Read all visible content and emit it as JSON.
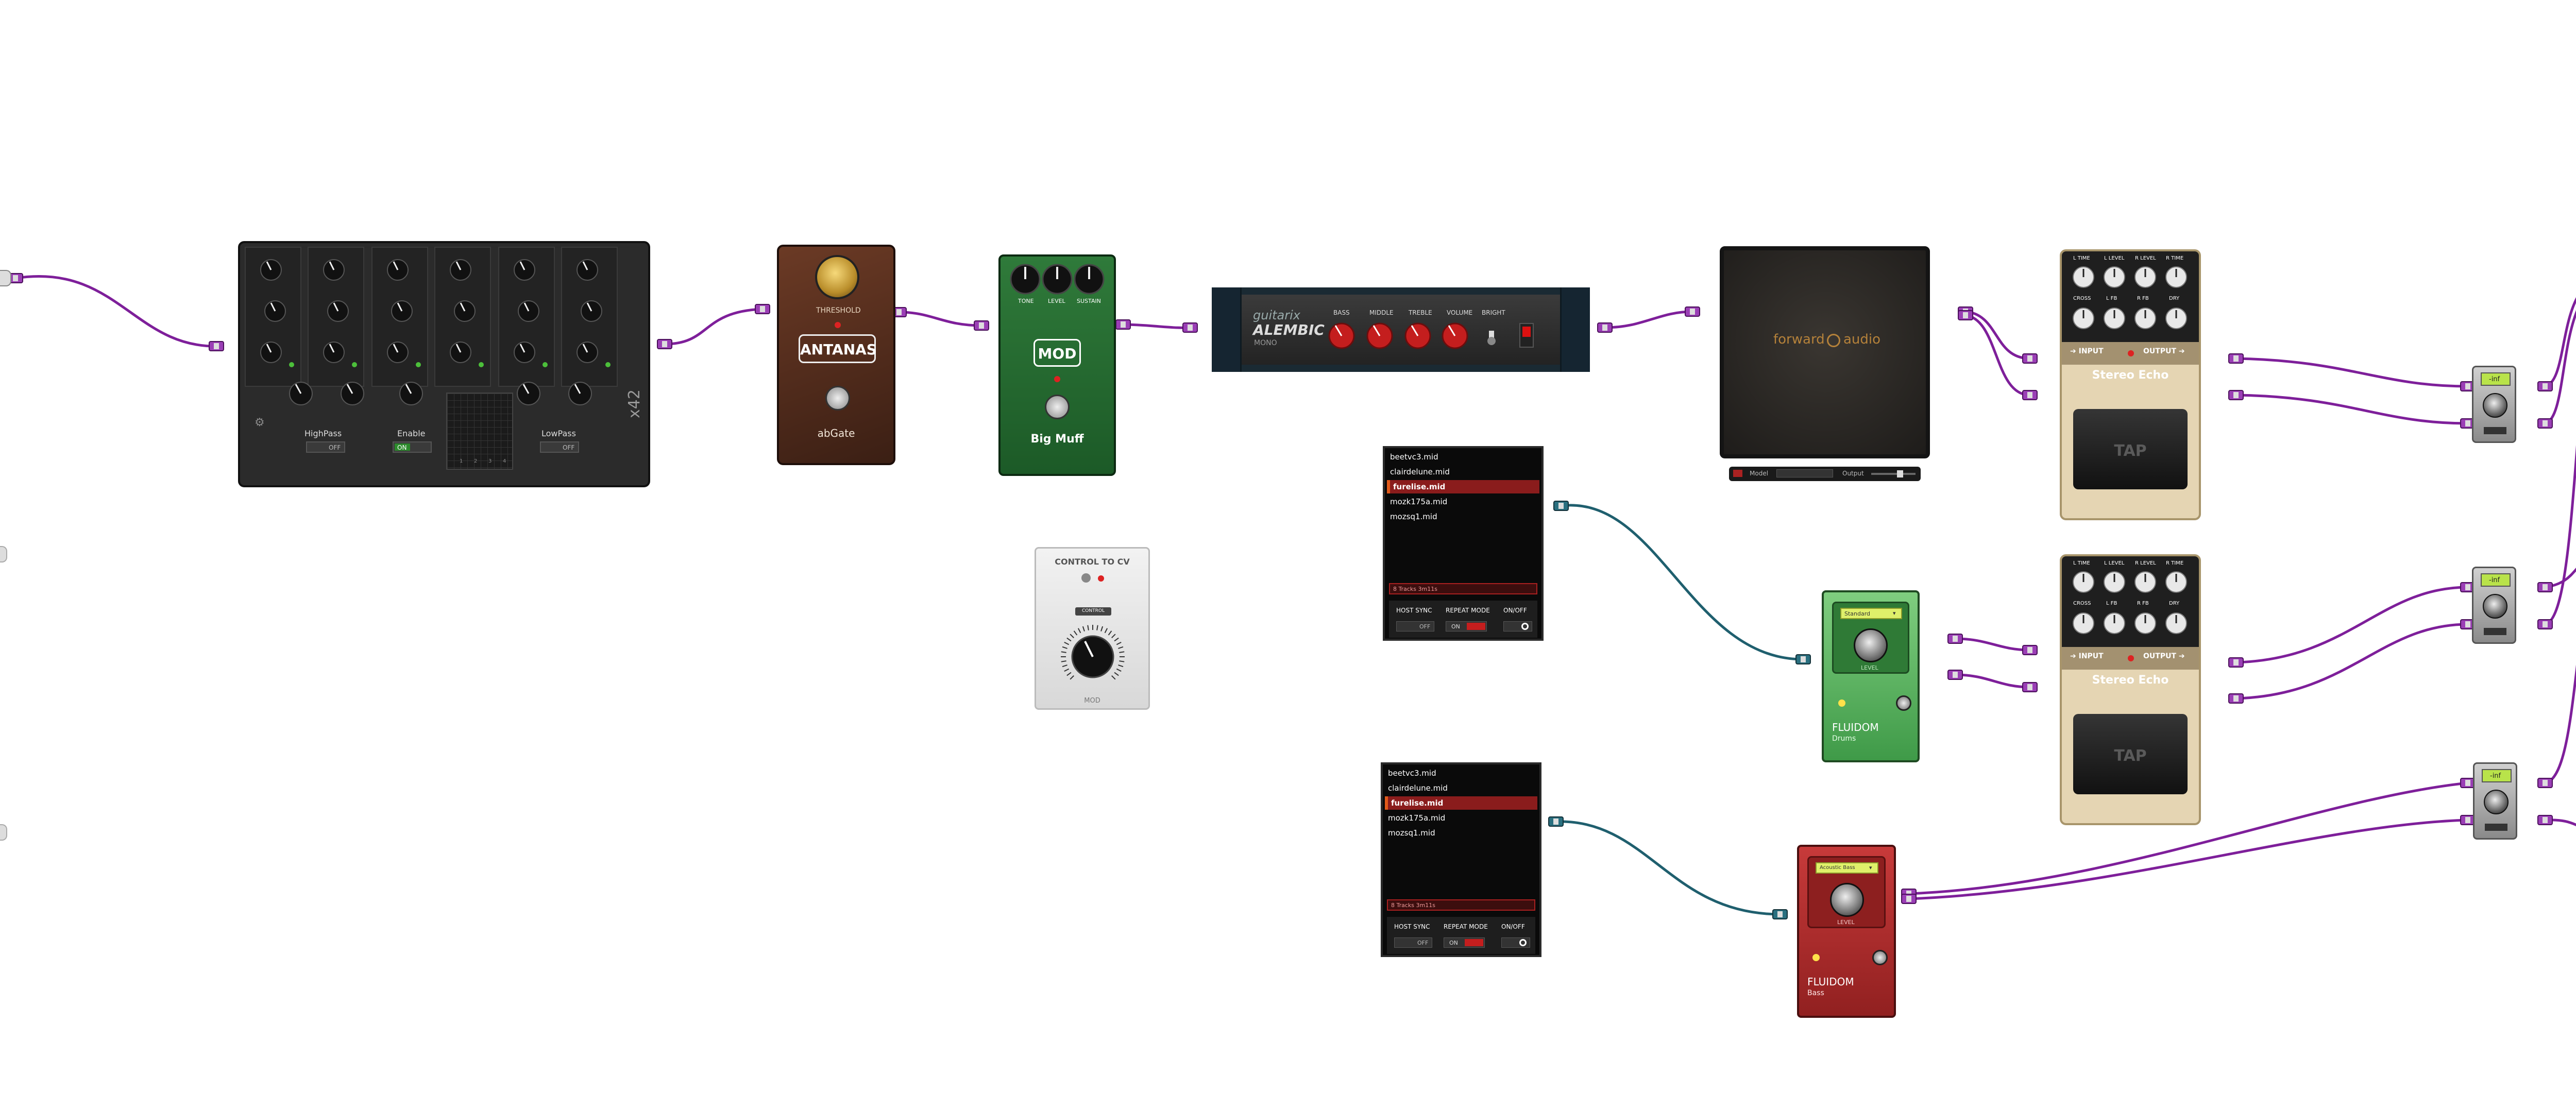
{
  "colors": {
    "cable_audio": "#7e1f9a",
    "cable_midi": "#1f5f6e",
    "background": "#ffffff"
  },
  "eq": {
    "band_labels": [
      "HighPass",
      "Enable",
      "LowPass"
    ],
    "toggle_off": "OFF",
    "toggle_on": "ON",
    "grid_numbers": [
      "1",
      "2",
      "3",
      "4"
    ],
    "logo_text": "x42"
  },
  "abgate": {
    "knob_label": "THRESHOLD",
    "brand": "ANTANAS",
    "name": "abGate"
  },
  "bigmuff": {
    "knob_labels": [
      "TONE",
      "LEVEL",
      "SUSTAIN"
    ],
    "brand": "MOD",
    "name": "Big Muff"
  },
  "alembic": {
    "brand": "guitarix",
    "model": "ALEMBIC",
    "sub": "MONO",
    "knob_labels": [
      "BASS",
      "MIDDLE",
      "TREBLE",
      "VOLUME",
      "BRIGHT"
    ]
  },
  "cabinet": {
    "brand_left": "forward",
    "brand_right": "audio",
    "controls_left": "Model",
    "controls_right": "Output"
  },
  "echo1": {
    "top_labels": [
      "L TIME",
      "L LEVEL",
      "R LEVEL",
      "R TIME"
    ],
    "mid_labels": [
      "CROSS",
      "L FB",
      "R FB",
      "DRY"
    ],
    "input": "INPUT",
    "output": "OUTPUT",
    "name": "Stereo Echo",
    "tap": "TAP"
  },
  "echo2": {
    "top_labels": [
      "L TIME",
      "L LEVEL",
      "R LEVEL",
      "R TIME"
    ],
    "mid_labels": [
      "CROSS",
      "L FB",
      "R FB",
      "DRY"
    ],
    "input": "INPUT",
    "output": "OUTPUT",
    "name": "Stereo Echo",
    "tap": "TAP"
  },
  "midi1": {
    "files": [
      "beetvc3.mid",
      "clairdelune.mid",
      "furelise.mid",
      "mozk175a.mid",
      "mozsq1.mid"
    ],
    "selected_index": 2,
    "status": "8 Tracks 3m11s",
    "buttons": [
      "HOST SYNC",
      "REPEAT MODE",
      "ON/OFF"
    ],
    "host_state": "OFF",
    "repeat_state": "ON"
  },
  "midi2": {
    "files": [
      "beetvc3.mid",
      "clairdelune.mid",
      "furelise.mid",
      "mozk175a.mid",
      "mozsq1.mid"
    ],
    "selected_index": 2,
    "status": "8 Tracks 3m11s",
    "buttons": [
      "HOST SYNC",
      "REPEAT MODE",
      "ON/OFF"
    ],
    "host_state": "OFF",
    "repeat_state": "ON"
  },
  "control_cv": {
    "title": "CONTROL TO CV",
    "badge": "CONTROL",
    "brand": "MOD"
  },
  "fluid_drums": {
    "preset": "Standard",
    "knob_label": "LEVEL",
    "brand": "FLUIDOM",
    "name": "Drums"
  },
  "fluid_bass": {
    "preset": "Acoustic Bass",
    "knob_label": "LEVEL",
    "brand": "FLUIDOM",
    "name": "Bass"
  },
  "gains": [
    {
      "display": "-inf"
    },
    {
      "display": "-inf"
    },
    {
      "display": "-inf"
    }
  ]
}
